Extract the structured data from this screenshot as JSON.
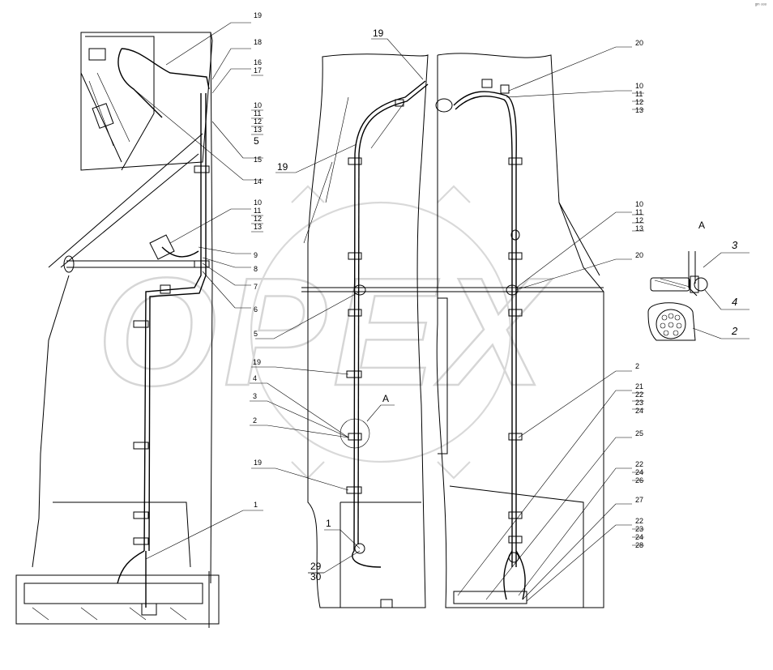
{
  "corner_mark": "ᵍᵐ ᵒᵒᵒ",
  "watermark": {
    "text": "OPEX"
  },
  "section_label": "A",
  "callouts_left": [
    "19",
    "18",
    "16",
    "17",
    "10",
    "11",
    "12",
    "13",
    "15",
    "14",
    "10",
    "11",
    "12",
    "13",
    "9",
    "8",
    "7",
    "6",
    "1"
  ],
  "callouts_center": [
    "19",
    "5",
    "19",
    "5",
    "19",
    "4",
    "3",
    "2",
    "19",
    "1",
    "29",
    "30",
    "A"
  ],
  "callouts_right": [
    "20",
    "10",
    "11",
    "12",
    "13",
    "10",
    "11",
    "12",
    "13",
    "20",
    "2",
    "21",
    "22",
    "23",
    "24",
    "25",
    "22",
    "24",
    "26",
    "27",
    "22",
    "23",
    "24",
    "28"
  ],
  "detail_labels": [
    "A",
    "3",
    "4",
    "2"
  ]
}
